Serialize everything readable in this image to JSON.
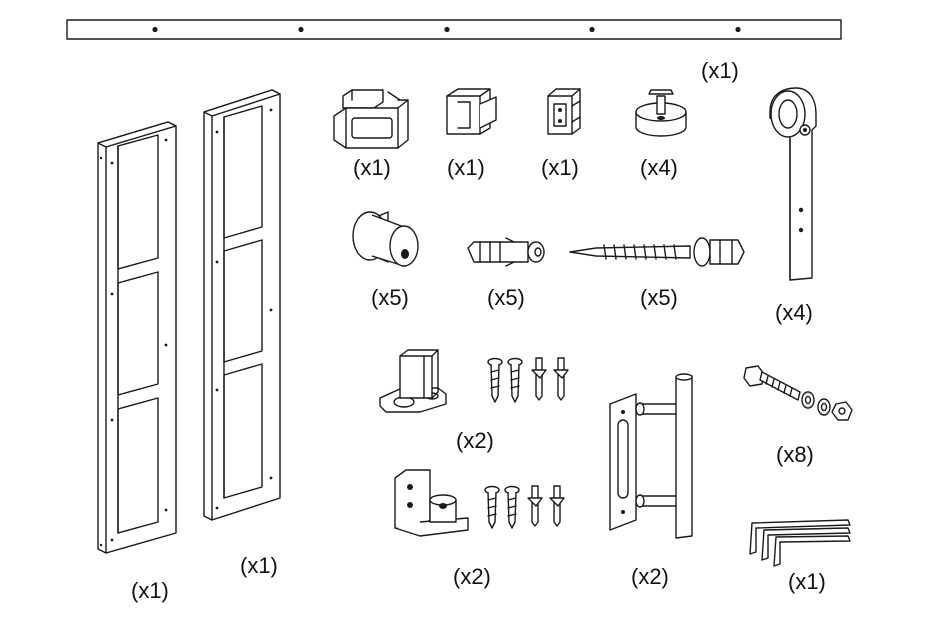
{
  "items": {
    "rail": {
      "qty": "(x1)"
    },
    "panel_left": {
      "qty": "(x1)"
    },
    "panel_right": {
      "qty": "(x1)"
    },
    "end_stop": {
      "qty": "(x1)"
    },
    "rail_clip": {
      "qty": "(x1)"
    },
    "joint_block": {
      "qty": "(x1)"
    },
    "round_spacer": {
      "qty": "(x4)"
    },
    "hanger": {
      "qty": "(x4)"
    },
    "bushing": {
      "qty": "(x5)"
    },
    "wall_anchor": {
      "qty": "(x5)"
    },
    "lag_screw": {
      "qty": "(x5)"
    },
    "floor_guide": {
      "qty": "(x2)"
    },
    "wall_guide": {
      "qty": "(x2)"
    },
    "pull_handle": {
      "qty": "(x2)"
    },
    "bolt_set": {
      "qty": "(x8)"
    },
    "hex_keys": {
      "qty": "(x1)"
    }
  }
}
